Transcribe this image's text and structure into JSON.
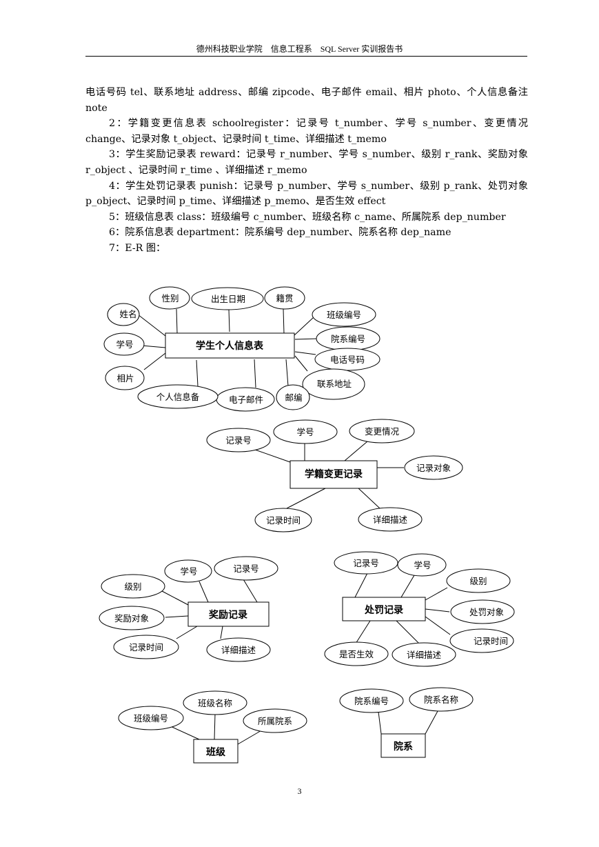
{
  "header": "德州科技职业学院　信息工程系　SQL Server 实训报告书",
  "paragraphs": [
    "电话号码 tel、联系地址 address、邮编 zipcode、电子邮件 email、相片 photo、个人信息备注 note",
    "2：学籍变更信息表 schoolregister：记录号 t_number、学号 s_number、变更情况 change、记录对象 t_object、记录时间 t_time、详细描述 t_memo",
    "3：学生奖励记录表 reward：记录号 r_number、学号 s_number、级别 r_rank、奖励对象 r_object 、记录时间 r_time 、详细描述 r_memo",
    "4：学生处罚记录表 punish：记录号 p_number、学号 s_number、级别 p_rank、处罚对象 p_object、记录时间 p_time、详细描述 p_memo、是否生效 effect",
    "5：班级信息表 class：班级编号 c_number、班级名称 c_name、所属院系 dep_number",
    "6：院系信息表 department：院系编号 dep_number、院系名称 dep_name",
    "7：E-R 图："
  ],
  "diagrams": {
    "student": {
      "entity": "学生个人信息表",
      "attributes": [
        "姓名",
        "性别",
        "出生日期",
        "籍贯",
        "班级编号",
        "院系编号",
        "电话号码",
        "联系地址",
        "邮编",
        "电子邮件",
        "个人信息备",
        "相片",
        "学号"
      ]
    },
    "register": {
      "entity": "学籍变更记录",
      "attributes": [
        "记录号",
        "学号",
        "变更情况",
        "记录对象",
        "详细描述",
        "记录时间"
      ]
    },
    "reward": {
      "entity": "奖励记录",
      "attributes": [
        "学号",
        "记录号",
        "级别",
        "奖励对象",
        "记录时间",
        "详细描述"
      ]
    },
    "punish": {
      "entity": "处罚记录",
      "attributes": [
        "记录号",
        "学号",
        "级别",
        "处罚对象",
        "记录时间",
        "详细描述",
        "是否生效"
      ]
    },
    "class": {
      "entity": "班级",
      "attributes": [
        "班级编号",
        "班级名称",
        "所属院系"
      ]
    },
    "dept": {
      "entity": "院系",
      "attributes": [
        "院系编号",
        "院系名称"
      ]
    }
  },
  "page_number": "3"
}
